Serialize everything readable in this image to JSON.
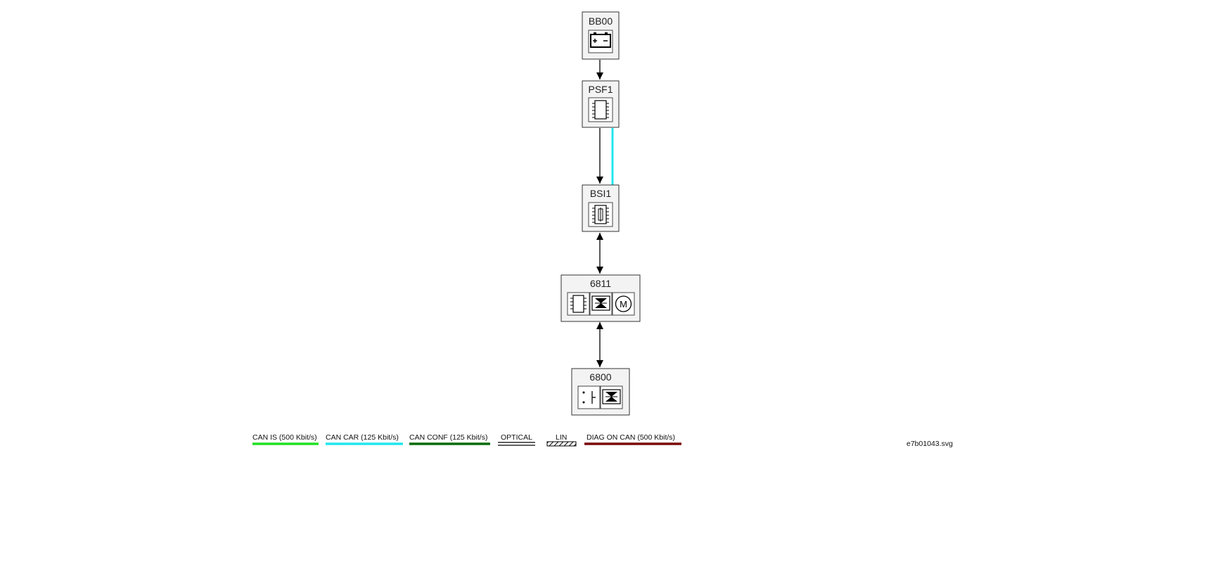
{
  "nodes": {
    "bb00": {
      "label": "BB00",
      "icon": "battery-icon"
    },
    "psf1": {
      "label": "PSF1",
      "icon": "chip-icon"
    },
    "bsi1": {
      "label": "BSI1",
      "icon": "fuse-chip-icon"
    },
    "n6811": {
      "label": "6811",
      "icons": [
        "chip-icon",
        "actuator-icon",
        "motor-icon"
      ]
    },
    "n6800": {
      "label": "6800",
      "icons": [
        "switch-icon",
        "actuator-icon"
      ]
    }
  },
  "connections": [
    {
      "from": "BB00",
      "to": "PSF1",
      "type": "wire",
      "direction": "forward"
    },
    {
      "from": "PSF1",
      "to": "BSI1",
      "type": "wire",
      "direction": "forward"
    },
    {
      "from": "PSF1",
      "to": "BSI1",
      "type": "CAN CAR",
      "color": "#22e6ee"
    },
    {
      "from": "BSI1",
      "to": "6811",
      "type": "wire",
      "direction": "both"
    },
    {
      "from": "6811",
      "to": "6800",
      "type": "wire",
      "direction": "both"
    }
  ],
  "legend": [
    {
      "label": "CAN IS (500 Kbit/s)",
      "color": "#22e022",
      "style": "solid"
    },
    {
      "label": "CAN CAR (125 Kbit/s)",
      "color": "#22e6ee",
      "style": "solid"
    },
    {
      "label": "CAN CONF (125 Kbit/s)",
      "color": "#0a6a0a",
      "style": "solid"
    },
    {
      "label": "OPTICAL",
      "color": "#000000",
      "style": "double"
    },
    {
      "label": "LIN",
      "color": "#000000",
      "style": "hatched"
    },
    {
      "label": "DIAG ON CAN  (500 Kbit/s)",
      "color": "#7a0a0a",
      "style": "solid"
    }
  ],
  "filename": "e7b01043.svg"
}
